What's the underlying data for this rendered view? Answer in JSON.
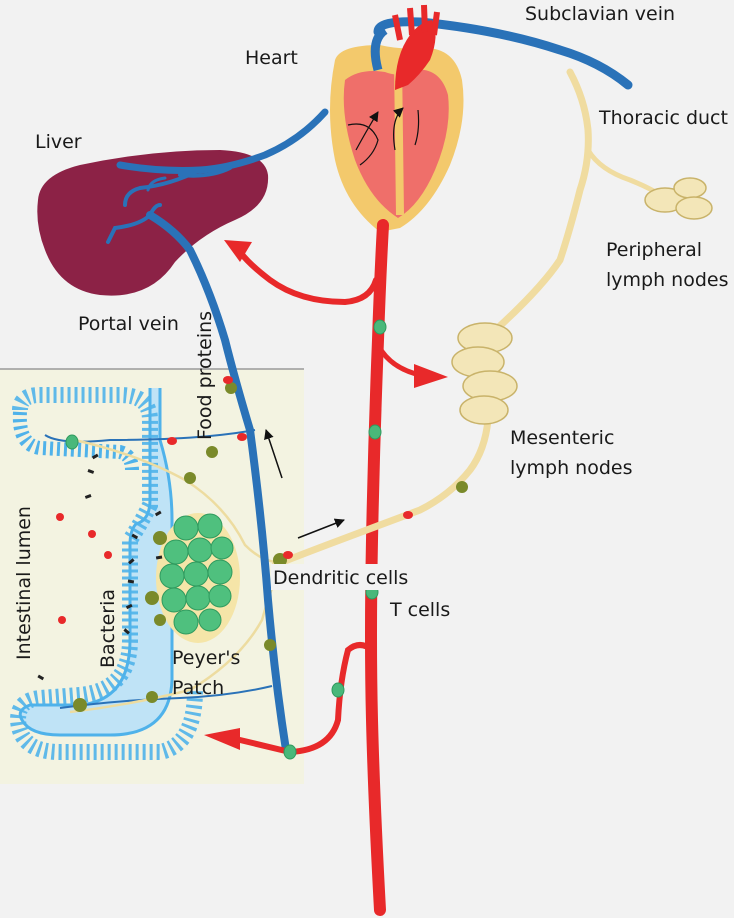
{
  "labels": {
    "subclavian_vein": "Subclavian vein",
    "heart": "Heart",
    "thoracic_duct": "Thoracic duct",
    "liver": "Liver",
    "peripheral_line1": "Peripheral",
    "peripheral_line2": "lymph nodes",
    "portal_vein": "Portal vein",
    "food_proteins": "Food proteins",
    "mesenteric_line1": "Mesenteric",
    "mesenteric_line2": "lymph nodes",
    "dendritic_cells": "Dendritic cells",
    "t_cells": "T cells",
    "intestinal_lumen": "Intestinal lumen",
    "bacteria": "Bacteria",
    "peyers_line1": "Peyer's",
    "peyers_line2": "Patch"
  },
  "colors": {
    "background": "#f2f2f2",
    "artery": "#e8292a",
    "vein": "#2a72b8",
    "lymph": "#f0dca0",
    "liver": "#8c2246",
    "heart_outer": "#f3c96c",
    "heart_inner": "#ef6f6a",
    "epithelium": "#4fb2ea",
    "dendritic": "#7a8a2a",
    "t_cell": "#49b87a",
    "panel": "#f3f3e1"
  }
}
